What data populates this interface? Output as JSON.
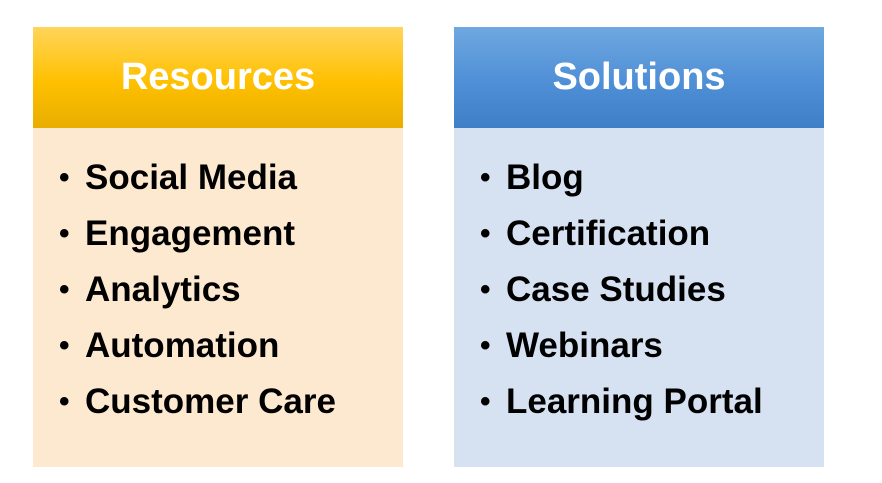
{
  "columns": [
    {
      "title": "Resources",
      "items": [
        "Social Media",
        "Engagement",
        "Analytics",
        "Automation",
        "Customer Care"
      ]
    },
    {
      "title": "Solutions",
      "items": [
        "Blog",
        "Certification",
        "Case Studies",
        "Webinars",
        "Learning Portal"
      ]
    }
  ],
  "colors": {
    "resources_header": "#ffc000",
    "resources_body": "#fde9d0",
    "solutions_header": "#4f8fd6",
    "solutions_body": "#d6e1f2"
  }
}
